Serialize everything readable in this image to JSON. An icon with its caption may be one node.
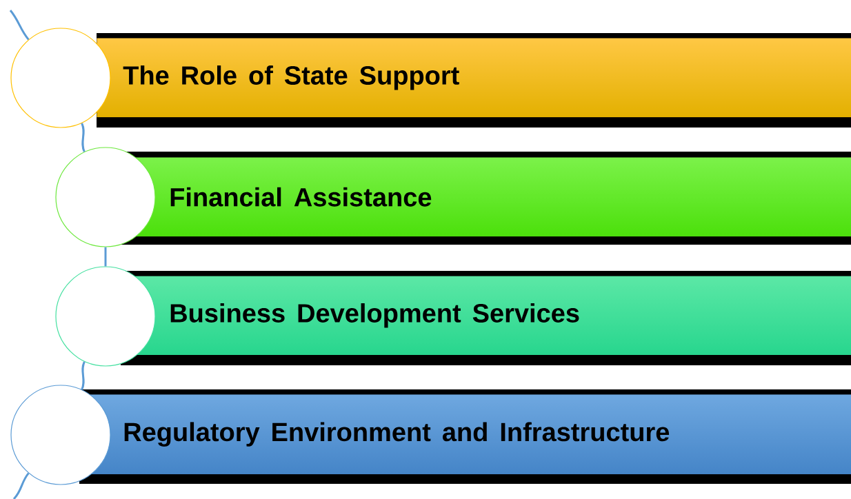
{
  "diagram": {
    "nodes": [
      {
        "text": [
          "The Role of State Support"
        ]
      },
      {
        "text": [
          "Financial Assistance"
        ]
      },
      {
        "text": [
          "Business Development Services"
        ]
      },
      {
        "text": [
          "Regulatory Environment and Infrastructure"
        ]
      },
      {
        "text": [],
        "shape": "circle"
      },
      {
        "text": [],
        "shape": "circle"
      },
      {
        "text": [],
        "shape": "circle"
      },
      {
        "text": [],
        "shape": "circle"
      }
    ],
    "edges": [
      {
        "from": null,
        "to": 4,
        "arrow": "none"
      },
      {
        "from": 4,
        "to": 5,
        "arrow": "none"
      },
      {
        "from": 5,
        "to": 6,
        "arrow": "none"
      },
      {
        "from": 6,
        "to": 7,
        "arrow": "none"
      },
      {
        "from": 7,
        "to": null,
        "arrow": "none"
      }
    ]
  }
}
